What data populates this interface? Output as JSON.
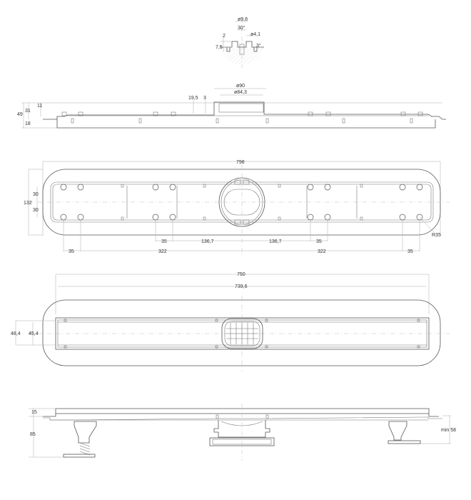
{
  "detail_view": {
    "labels": {
      "d_outer": "ø9,8",
      "angle": "30°",
      "d_inner": "ø4,1",
      "h_small": "2",
      "h_total": "7,5",
      "draft": "3°"
    }
  },
  "side_view": {
    "labels": {
      "h49": "49",
      "h31": "31",
      "h18": "18",
      "h11": "11",
      "h19_5": "19,5",
      "h3": "3",
      "d90": "ø90",
      "d84_3": "ø84,3"
    }
  },
  "top_view_frame": {
    "labels": {
      "length": "798",
      "width": "132",
      "pitch_a": "30",
      "pitch_b": "30",
      "radius": "R35",
      "d35_left": "35",
      "d322_left": "322",
      "d35_mid_left": "35",
      "d136_left": "136,7",
      "d136_right": "136,7",
      "d35_mid_right": "35",
      "d322_right": "322",
      "d35_right": "35"
    }
  },
  "top_view_grate": {
    "labels": {
      "length_outer": "750",
      "length_inner": "739,6",
      "w_outer": "48,4",
      "w_inner": "45,4"
    }
  },
  "bottom_view": {
    "labels": {
      "h15": "15",
      "h85": "85",
      "min_h": "min 58"
    }
  },
  "colors": {
    "line": "#555555",
    "dimension": "#aaaaaa",
    "text": "#333333",
    "background": "#ffffff"
  }
}
